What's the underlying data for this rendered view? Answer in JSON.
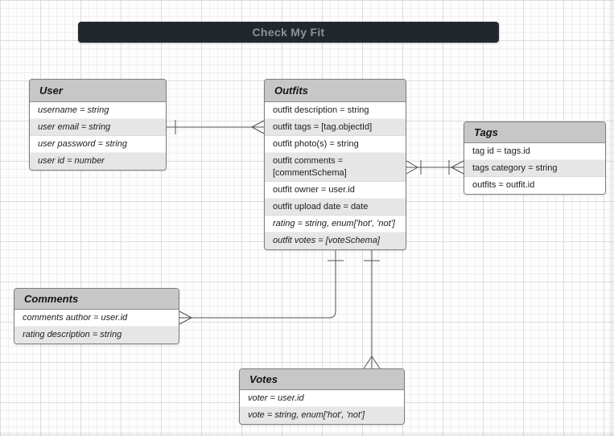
{
  "banner": {
    "title": "Check My Fit"
  },
  "colors": {
    "banner_bg": "#22272e",
    "banner_text": "#8b929b",
    "entity_header_bg": "#c7c7c7",
    "row_alt_bg": "#e6e6e6",
    "connector": "#4d5156",
    "canvas_bg": "#fdfdfd",
    "grid_minor": "#efefef",
    "grid_major": "#dcdcdc"
  },
  "entities": {
    "user": {
      "name": "User",
      "rows": [
        "username = string",
        "user email = string",
        "user password = string",
        "user id =  number"
      ]
    },
    "outfits": {
      "name": "Outfits",
      "rows": [
        "outfit description = string",
        "outfit tags = [tag.objectId]",
        "outfit photo(s) = string",
        "outfit comments = [commentSchema]",
        "outfit owner = user.id",
        "outfit upload date = date",
        "rating = string, enum['hot', 'not']",
        "outfit votes = [voteSchema]"
      ]
    },
    "tags": {
      "name": "Tags",
      "rows": [
        "tag id = tags.id",
        "tags category = string",
        "outfits = outfit.id"
      ]
    },
    "comments": {
      "name": "Comments",
      "rows": [
        "comments author = user.id",
        "rating description = string"
      ]
    },
    "votes": {
      "name": "Votes",
      "rows": [
        "voter = user.id",
        "vote = string, enum['hot', 'not']"
      ]
    }
  },
  "relationships": [
    {
      "from": "User",
      "to": "Outfits",
      "from_cardinality": "one",
      "to_cardinality": "many"
    },
    {
      "from": "Outfits",
      "to": "Tags",
      "from_cardinality": "many",
      "to_cardinality": "many"
    },
    {
      "from": "Outfits",
      "to": "Comments",
      "from_cardinality": "one",
      "to_cardinality": "many"
    },
    {
      "from": "Outfits",
      "to": "Votes",
      "from_cardinality": "one",
      "to_cardinality": "many"
    }
  ]
}
